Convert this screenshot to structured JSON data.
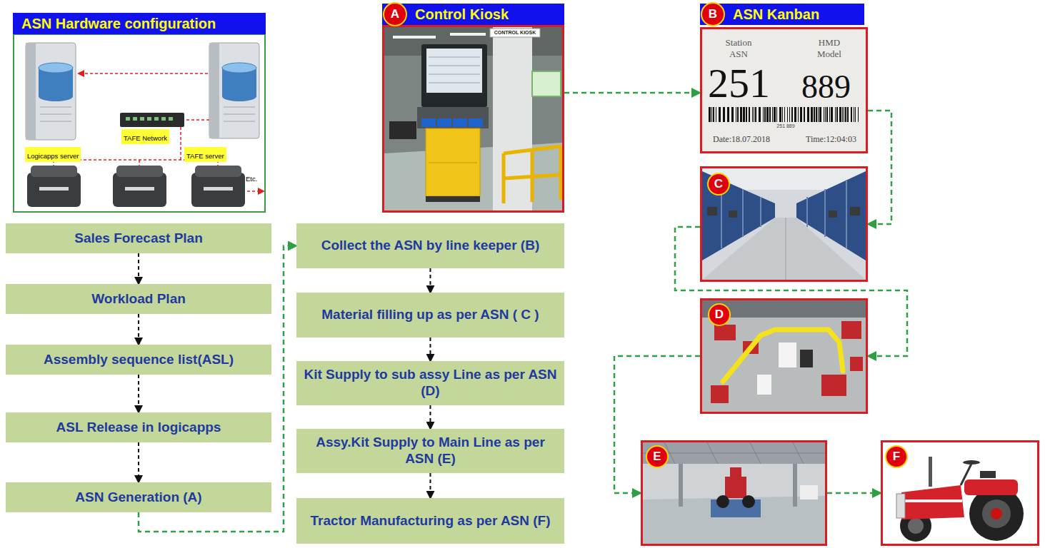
{
  "diagram": {
    "nodes": [
      {
        "text": [
          "ASN Hardware configuration"
        ]
      },
      {
        "text": [
          "Logicapps server"
        ],
        "in": 0
      },
      {
        "text": [
          "TAFE server"
        ],
        "in": 0
      },
      {
        "text": [
          "TAFE Network"
        ],
        "in": 0
      },
      {
        "text": [
          "Sales Forecast Plan"
        ]
      },
      {
        "text": [
          "Workload Plan"
        ]
      },
      {
        "text": [
          "Assembly sequence list(ASL)"
        ]
      },
      {
        "text": [
          "ASL Release in logicapps"
        ]
      },
      {
        "text": [
          "ASN Generation (A)"
        ]
      },
      {
        "text": [
          "A",
          "Control Kiosk"
        ]
      },
      {
        "text": [
          "Collect the ASN by line keeper (B)"
        ]
      },
      {
        "text": [
          "Material filling up as per ASN ( C )"
        ]
      },
      {
        "text": [
          "Kit Supply to sub assy Line as per ASN (D)"
        ]
      },
      {
        "text": [
          "Assy.Kit Supply to Main Line as per ASN (E)"
        ]
      },
      {
        "text": [
          "Tractor Manufacturing as per ASN (F)"
        ]
      },
      {
        "text": [
          "B",
          "ASN Kanban"
        ]
      },
      {
        "text": [
          "C"
        ]
      },
      {
        "text": [
          "D"
        ]
      },
      {
        "text": [
          "E"
        ]
      },
      {
        "text": [
          "F"
        ]
      }
    ],
    "edges": [
      {
        "from": 4,
        "to": 5,
        "arrow": "to"
      },
      {
        "from": 5,
        "to": 6,
        "arrow": "to"
      },
      {
        "from": 6,
        "to": 7,
        "arrow": "to"
      },
      {
        "from": 7,
        "to": 8,
        "arrow": "to"
      },
      {
        "from": 8,
        "to": 10,
        "arrow": "to"
      },
      {
        "from": 10,
        "to": 11,
        "arrow": "to"
      },
      {
        "from": 11,
        "to": 12,
        "arrow": "to"
      },
      {
        "from": 12,
        "to": 13,
        "arrow": "to"
      },
      {
        "from": 13,
        "to": 14,
        "arrow": "to"
      },
      {
        "from": 9,
        "to": 15,
        "arrow": "to"
      },
      {
        "from": 15,
        "to": 16,
        "arrow": "to"
      },
      {
        "from": 16,
        "to": 17,
        "arrow": "to"
      },
      {
        "from": 17,
        "to": 18,
        "arrow": "to"
      },
      {
        "from": 18,
        "to": 19,
        "arrow": "to"
      }
    ],
    "labels": [
      "Etc.",
      "CONTROL KIOSK",
      "Station ASN",
      "HMD Model",
      "251",
      "889",
      "251 889",
      "Date:18.07.2018",
      "Time:12:04:03"
    ]
  }
}
